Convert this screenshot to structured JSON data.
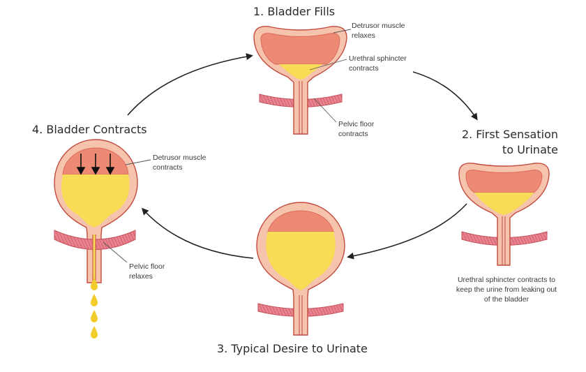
{
  "stages": [
    {
      "title": "1. Bladder Fills",
      "annotations": [
        {
          "lines": [
            "Detrusor muscle",
            "relaxes"
          ]
        },
        {
          "lines": [
            "Urethral sphincter",
            "contracts"
          ]
        },
        {
          "lines": [
            "Pelvic floor",
            "contracts"
          ]
        }
      ]
    },
    {
      "title_lines": [
        "2. First Sensation",
        "to Urinate"
      ],
      "annotations": [
        {
          "lines": [
            "Urethral sphincter contracts to",
            "keep the urine from leaking out",
            "of the bladder"
          ]
        }
      ]
    },
    {
      "title": "3. Typical Desire to Urinate",
      "annotations": []
    },
    {
      "title": "4. Bladder Contracts",
      "annotations": [
        {
          "lines": [
            "Detrusor muscle",
            "contracts"
          ]
        },
        {
          "lines": [
            "Pelvic floor",
            "relaxes"
          ]
        }
      ]
    }
  ],
  "colors": {
    "bladder_wall": "#f6c3ac",
    "wall_outline": "#c24b3f",
    "muscle": "#ec8a73",
    "muscle_dark": "#dd6a5a",
    "urine": "#f8dc56",
    "urine_drop": "#f2cc2a",
    "pelvic_floor": "#e9838f",
    "pelvic_floor_dark": "#c5525c",
    "arrow": "#222222"
  }
}
